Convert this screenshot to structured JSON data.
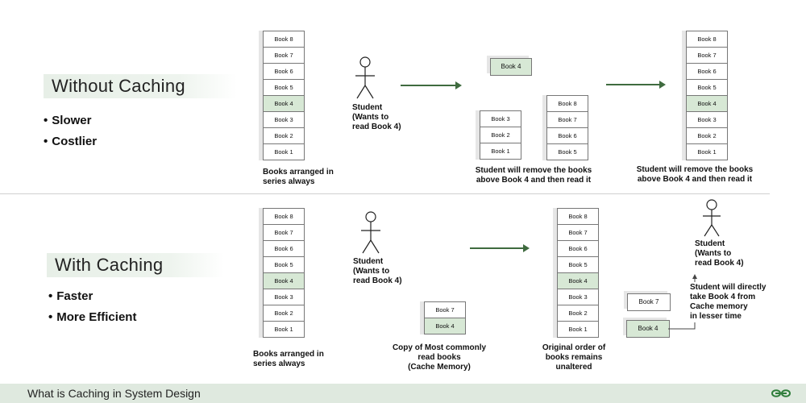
{
  "sections": {
    "without": {
      "heading": "Without Caching",
      "bullets": [
        "Slower",
        "Costlier"
      ]
    },
    "with": {
      "heading": "With Caching",
      "bullets": [
        "Faster",
        "More Efficient"
      ]
    }
  },
  "books": {
    "full": [
      "Book 8",
      "Book 7",
      "Book 6",
      "Book 5",
      "Book 4",
      "Book 3",
      "Book 2",
      "Book 1"
    ],
    "bottom_three": [
      "Book 3",
      "Book 2",
      "Book 1"
    ],
    "top_four": [
      "Book 8",
      "Book 7",
      "Book 6",
      "Book 5"
    ],
    "cache": [
      "Book 7",
      "Book 4"
    ],
    "single_book4": "Book 4",
    "single_book7": "Book 7",
    "highlight": "Book 4"
  },
  "labels": {
    "arranged_1": "Books arranged in\nseries always",
    "student_1": "Student\n(Wants to\nread Book 4)",
    "remove_1": "Student will remove the books\nabove Book 4 and then read it",
    "remove_2": "Student will remove the books\nabove Book 4 and then read it",
    "arranged_2": "Books arranged in\nseries always",
    "student_2": "Student\n(Wants to\nread Book 4)",
    "cache_copy": "Copy of Most commonly\nread books\n(Cache Memory)",
    "original_order": "Original order of\nbooks remains\nunaltered",
    "student_3": "Student\n(Wants to\nread Book 4)",
    "direct": "Student will directly\ntake Book 4 from\nCache memory\nin lesser time"
  },
  "footer": {
    "title": "What is Caching in System Design"
  },
  "colors": {
    "accent": "#3f6b3f",
    "highlight": "#d7e8d5",
    "band": "#dfe9df"
  }
}
